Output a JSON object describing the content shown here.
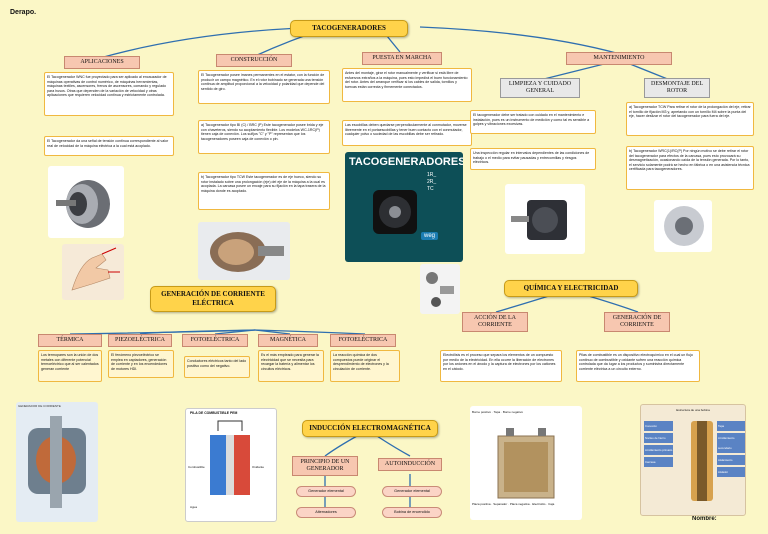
{
  "corner_left": "Derapo.",
  "corner_right": "Nombre:",
  "main_title": "TACOGENERADORES",
  "branches": {
    "aplicaciones": "APLICACIONES",
    "construccion": "CONSTRUCCIÓN",
    "puesta": "PUESTA EN MARCHA",
    "mantenimiento": "MANTENIMIENTO",
    "limpieza": "LIMPIEZA Y CUIDADO GENERAL",
    "desmontaje": "DESMONTAJE DEL ROTOR"
  },
  "texts": {
    "apl_1": "El Tacogenerador WNC fue proyectado para ser aplicado al encauzador de máquinas operativas de control numérico, de máquinas herramientas, máquinas textiles, ascensores, frenos de ascensores, comando y regulado para husos. Otras que dependen de la variación de velocidad y otras aplicaciones que requieren velocidad continua y estrictamente controlada.",
    "apl_2": "El Tacogenerador da una señal de tensión continua correspondiente al valor real de velocidad de la máquina eléctrica a la cual está acoplado.",
    "con_1": "El Tacogenerador posee imanes permanentes en el estator, con la función de producir un campo magnético. En el rotor bobinado se generada una tensión continua de amplitud proporcional a la velocidad y polaridad que depende del sentido de giro.",
    "con_2": "a) Tacogenerador tipo BI (C) / BRC (P) Este tacogenerador posee brida y eje con chaveteros, siendo su acoplamiento flexible. Los modelos WC-1RC(P) tienen caja de conexión. Los sufijos \"C\" y \"P\" representan que los tacogeneradores poseen caja de conexión o pin.",
    "con_3": "b) Tacogenerador tipo TCW Este tacogenerador es de eje hueco, siendo su rotor instalado sobre una prolongación (eje) del eje de la máquina a la cual es acoplada. La carcasa posee un encaje para su fijación en la tapa trasera de la máquina donde es acoplado.",
    "pue_1": "Antes del montaje, girar el rotor manualmente y verificar si está libre de esfuerzos extraños a la máquina, pues esto impedirá el buen funcionamiento del rotor. Antes del arranque verificar si los cables de salida, tornillos y tuercas están correcta y firmemente conectados.",
    "pue_2": "Las escobillas deben quedarse perpendicularmente al conmutador, moverse libremente en el portaescobillas y tener buen contacto con el conmutador, cualquier polvo o suciedad de las escobillas debe ser retirado.",
    "lim_1": "El tacogenerador debe ser tratado con cuidado en el mantenimiento e instalación, pues es un instrumento de medición y como tal es sensible a golpes y vibraciones excesivas.",
    "lim_2": "Una inspección regular en intervalos dependientes de las condiciones de trabajo o el medio para evitar pausadas y entrecomillas y riesgos eléctricos.",
    "des_1": "a) Tacogenerador TCW Para retirar el rotor de la prolongación del eje, retirar el tornillo de fijación M3 y, apretando con un tornillo M4 sobre la punta del eje, hacer deslizar el rotor del tacogenerador para fuera del eje.",
    "des_2": "b) Tacogenerador WRC(1)/RC(P) Por ningún motivo se debe retirar el rotor del tacogenerador para efectos de la carcasa, pues esto provocará su desmagnetización, ocasionando caída de la tensión generada. Por lo tanto, el servicio solamente podrá se hecho en fábrica o en una asistencia técnica certificada para tacogeneradores."
  },
  "banner_photo": {
    "title": "TACOGENERADORES",
    "sub1": "1R_",
    "sub2": "2R_",
    "sub3": "TC",
    "brand": "weg"
  },
  "generacion": {
    "title": "GENERACIÓN DE CORRIENTE ELÉCTRICA",
    "items": [
      {
        "label": "TÉRMICA",
        "text": "Los termopares son la unión de dos metales con diferente potencial termoeléctrico que al ser calentados generan corriente"
      },
      {
        "label": "PIEZOELÉCTRICA",
        "text": "El fenómeno piezoeléctrico se emplea en captadores, generación de corriente y en los encendedores de motores HDI."
      },
      {
        "label": "FOTOELÉCTRICA",
        "text": "Conductores eléctricos tanto del lado positivo como del negativo."
      },
      {
        "label": "MAGNÉTICA",
        "text": "Es el más empleado para generar la electricidad que se necesita para recargar la batería y alimentar los circuitos eléctricos."
      },
      {
        "label": "FOTOELÉCTRICA",
        "text": "La reacción química de dos compuestos puede originar el desprendimiento de electrones y la circulación de corriente."
      }
    ]
  },
  "quimica": {
    "title": "QUÍMICA Y ELECTRICIDAD",
    "left_label": "ACCIÓN DE LA CORRIENTE",
    "left_text": "Electrólisis es el proceso que separa los elementos de un compuesto por medio de la electricidad. En ella ocurre la liberación de electrones por los aniones en el ánodo y la captura de electrones por los cationes en el cátodo.",
    "right_label": "GENERACIÓN DE CORRIENTE",
    "right_text": "Pilas de combustible es un dispositivo electroquímico en el cual un flujo continuo de combustible y oxidante sufren una reacción química controlada que da lugar a los productos y suministra directamente corriente eléctrica a un circuito externo."
  },
  "induccion": {
    "title": "INDUCCIÓN ELECTROMAGNÉTICA",
    "left_label": "PRINCIPIO DE UN GENERADOR",
    "right_label": "AUTOINDUCCIÓN",
    "left_oval": "Generador elemental",
    "right_oval": "Generador elemental",
    "left_sub": "Alternadores",
    "right_sub": "Bobina de encendido"
  },
  "diagram_labels": {
    "cell_title": "PILA DE COMBUSTIBLE PEM",
    "cell_left": "Combustible",
    "cell_right": "Oxidante",
    "cell_water": "Agua",
    "alt_title": "GENERADOR DE CORRIENTE",
    "coil_title": "Estructura de una bobina",
    "coil_items": [
      "Conexión",
      "Tapa",
      "Núcleo de hierro",
      "Arrollamiento secundario",
      "Arrollamiento primario",
      "Aislamiento",
      "Carcasa",
      "Aislador"
    ],
    "battery_items": [
      "Borne positivo",
      "Tapa",
      "Borne negativo",
      "Placa positiva",
      "Separador",
      "Placa negativa",
      "Electrolito",
      "Caja"
    ]
  },
  "colors": {
    "background": "#fbf7c6",
    "title_fill": "#ffd34a",
    "line": "#2f6fb0"
  }
}
